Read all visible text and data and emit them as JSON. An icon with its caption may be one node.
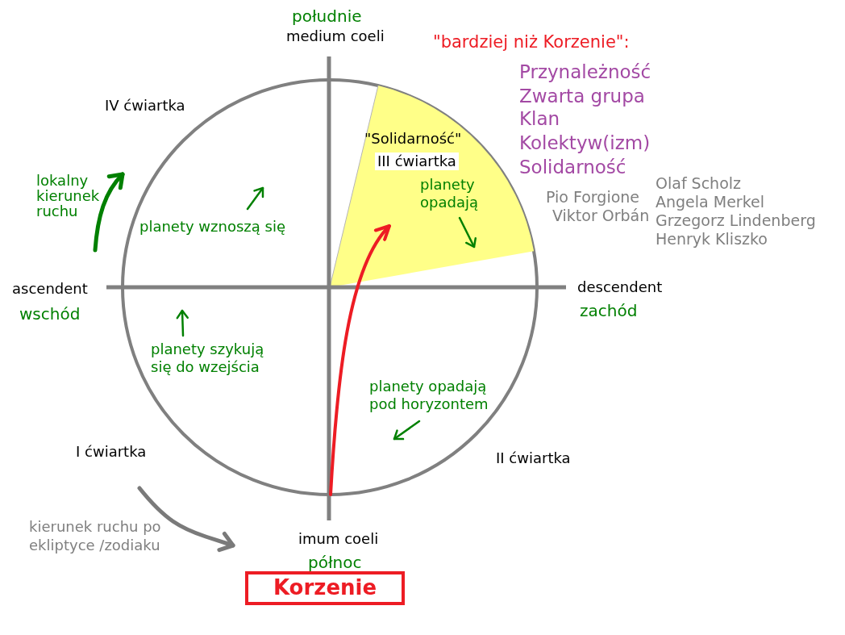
{
  "diagram": {
    "nodes": [
      {
        "text": [
          "planety wznoszą się",
          "planety szykują się do wzejścia",
          "planety opadają pod horyzontem"
        ]
      },
      {
        "text": [
          "\"Solidarność\"",
          "III ćwiartka",
          "planety opadają"
        ],
        "in": 0
      },
      {
        "text": [
          "Korzenie"
        ]
      }
    ],
    "edges": [
      {
        "from": null,
        "to": 1,
        "arrow": "to",
        "color": "#ed1c24"
      }
    ],
    "labels": [
      "południe",
      "medium coeli",
      "\"bardziej niż Korzenie\":",
      "Przynależność",
      "Zwarta grupa",
      "Klan",
      "Kolektyw(izm)",
      "Solidarność",
      "IV ćwiartka",
      "lokalny kierunek ruchu",
      "Pio Forgione",
      "Viktor Orbán",
      "Olaf Scholz",
      "Angela Merkel",
      "Grzegorz Lindenberg",
      "Henryk Kliszko",
      "ascendent",
      "wschód",
      "descendent",
      "zachód",
      "I ćwiartka",
      "II ćwiartka",
      "kierunek ruchu po ekliptyce /zodiaku",
      "imum coeli",
      "północ"
    ]
  }
}
